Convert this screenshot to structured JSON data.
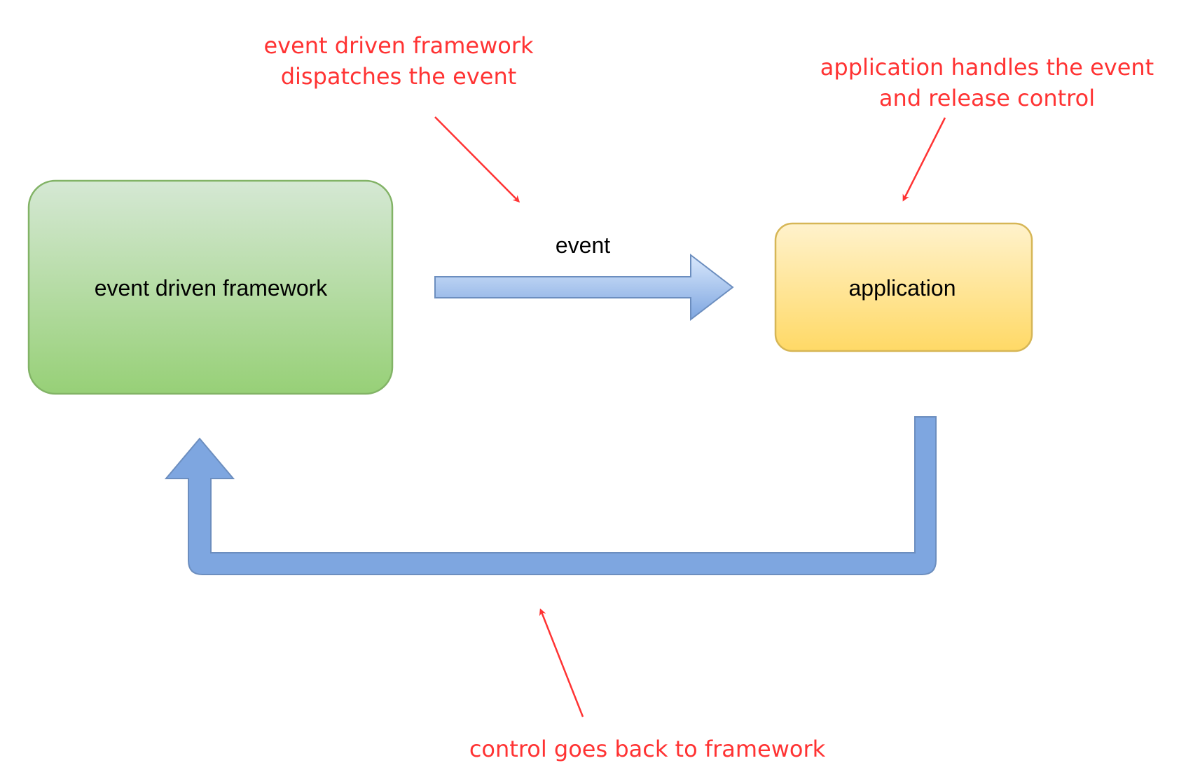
{
  "nodes": {
    "framework": {
      "label": "event driven framework"
    },
    "application": {
      "label": "application"
    }
  },
  "edges": {
    "event": {
      "label": "event"
    }
  },
  "annotations": {
    "dispatch": {
      "line1": "event driven framework",
      "line2": "dispatches the event"
    },
    "handle": {
      "line1": "application handles the event",
      "line2": "and release control"
    },
    "control": {
      "line1": "control goes back to framework"
    }
  },
  "colors": {
    "framework_fill_top": "#d5e8d4",
    "framework_fill_bottom": "#97d077",
    "framework_stroke": "#82b366",
    "application_fill_top": "#fff2cc",
    "application_fill_bottom": "#ffd966",
    "application_stroke": "#d6b656",
    "arrow_fill_top": "#dae8fc",
    "arrow_fill_bottom": "#7ea6e0",
    "arrow_stroke": "#6c8ebf",
    "annotation": "#ff3333"
  }
}
